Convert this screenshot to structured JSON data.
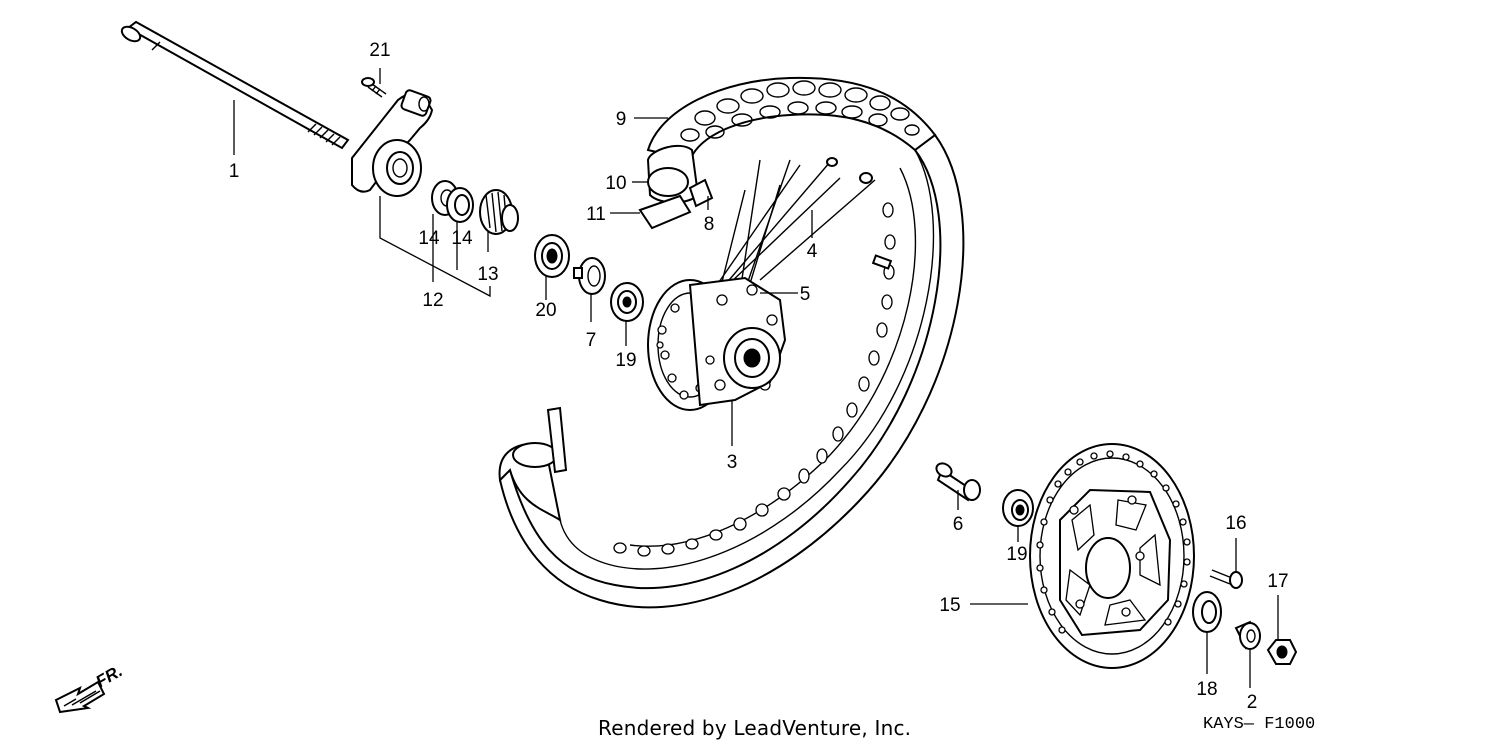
{
  "callouts": [
    "1",
    "2",
    "3",
    "4",
    "5",
    "6",
    "7",
    "8",
    "9",
    "10",
    "11",
    "12",
    "13",
    "14",
    "14",
    "15",
    "16",
    "17",
    "18",
    "19",
    "19",
    "20",
    "21"
  ],
  "direction_label": "FR.",
  "credit": "Rendered by LeadVenture, Inc.",
  "diagram_code": "KAYS— F1000"
}
